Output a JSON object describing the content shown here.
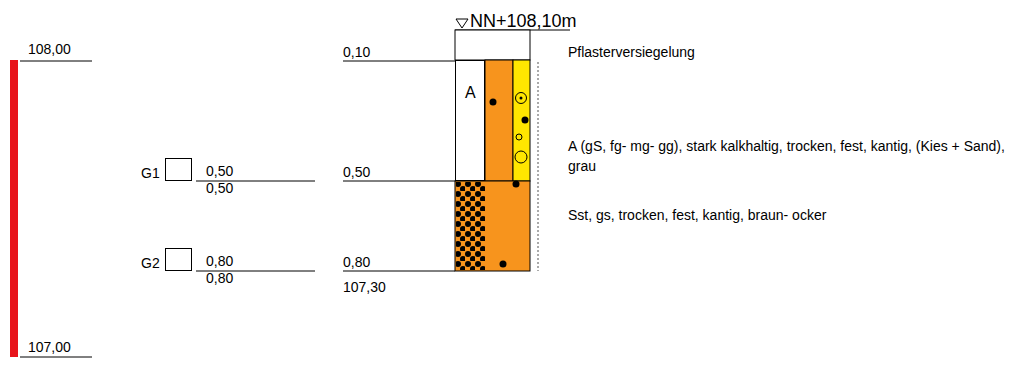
{
  "diagram": {
    "nodes": [
      {
        "text": [
          "G1",
          "0,50",
          "0,50"
        ]
      },
      {
        "text": [
          "G2",
          "0,80",
          "0,80"
        ]
      },
      {
        "text": [
          "A"
        ]
      }
    ],
    "edges": [],
    "labels": [
      "NN+108,10m",
      "108,00",
      "107,00",
      "0,10",
      "Pflasterversiegelung",
      "A (gS, fg- mg- gg), stark kalkhaltig, trocken, fest, kantig, (Kies + Sand), grau",
      "0,50",
      "Sst, gs, trocken, fest, kantig, braun- ocker",
      "0,80",
      "107,30"
    ]
  }
}
